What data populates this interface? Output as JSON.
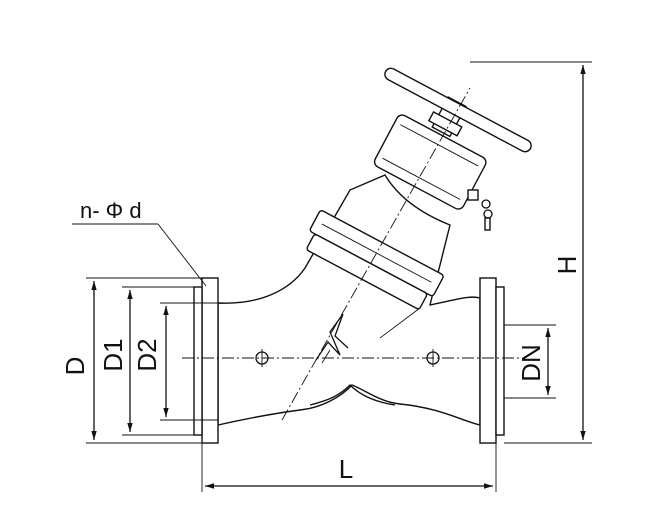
{
  "labels": {
    "n_phi_d": "n- Φ d",
    "D": "D",
    "D1": "D1",
    "D2": "D2",
    "DN": "DN",
    "H": "H",
    "L": "L"
  },
  "colors": {
    "line": "#111111",
    "background": "#ffffff"
  }
}
